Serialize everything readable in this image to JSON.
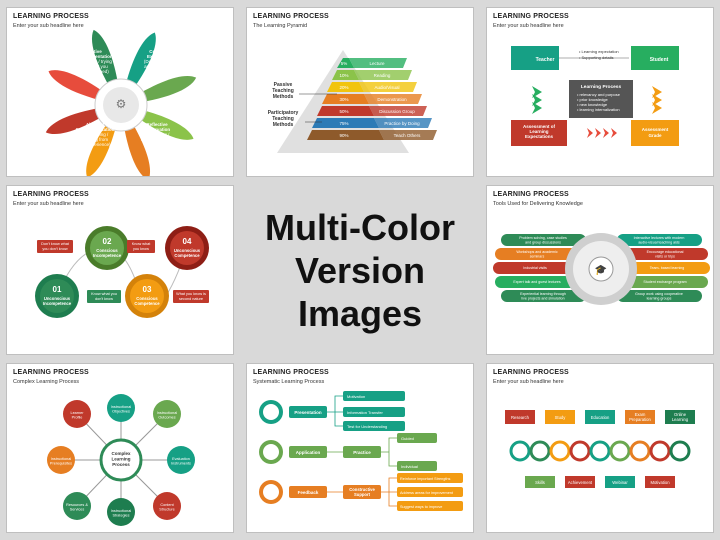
{
  "center": {
    "line1": "Multi-Color",
    "line2": "Version Images"
  },
  "s1": {
    "title": "LEARNING PROCESS",
    "sub": "Enter your sub headline here",
    "active": [
      "Active",
      "Experimentation",
      "(Planning / trying",
      "out what you",
      "have learned)"
    ],
    "concrete": [
      "Concrete",
      "Experience",
      "(Doing / having",
      "an experience)"
    ],
    "abstract": [
      "Abstract",
      "Conceptualization",
      "(Concluding /",
      "learning from",
      "the experience)"
    ],
    "reflective": [
      "Reflective",
      "Observation",
      "(Reviewing /",
      "reflecting on the",
      "experience)"
    ]
  },
  "s2": {
    "title": "LEARNING PROCESS",
    "sub": "The Learning Pyramid",
    "pct": [
      "5%",
      "10%",
      "20%",
      "30%",
      "50%",
      "75%",
      "90%"
    ],
    "labels": [
      "Lecture",
      "Reading",
      "Audio/Visual",
      "Demonstration",
      "Discussion Group",
      "Practice by Doing",
      "Teach Others"
    ],
    "passive": [
      "Passive",
      "Teaching",
      "Methods"
    ],
    "participatory": [
      "Participatory",
      "Teaching",
      "Methods"
    ]
  },
  "s3": {
    "title": "LEARNING PROCESS",
    "sub": "Enter your sub headline here",
    "teacher": "Teacher",
    "student": "Student",
    "bullets": [
      "Learning expectation",
      "Supporting details"
    ],
    "lp_title": "Learning Process",
    "lp_items": [
      "• relevancy and purpose",
      "• prior knowledge",
      "• new knowledge",
      "• learning internalization"
    ],
    "assessment_left": [
      "Assessment of",
      "Learning",
      "Expectations"
    ],
    "assessment_right": [
      "Assessment",
      "Grade"
    ]
  },
  "s4": {
    "title": "LEARNING PROCESS",
    "sub": "Enter your sub headline here",
    "c01": {
      "num": "01",
      "l1": "Unconscious",
      "l2": "Incompetence"
    },
    "c02": {
      "num": "02",
      "l1": "Conscious",
      "l2": "Incompetence"
    },
    "c03": {
      "num": "03",
      "l1": "Conscious",
      "l2": "Competence"
    },
    "c04": {
      "num": "04",
      "l1": "Unconscious",
      "l2": "Competence"
    },
    "n1": [
      "Don't know what",
      "you don't know"
    ],
    "n2": [
      "Know what",
      "you know"
    ],
    "n3": [
      "Know what you",
      "don't know"
    ],
    "n4": [
      "What you know is",
      "second nature"
    ]
  },
  "s5": {
    "title": "LEARNING PROCESS",
    "sub": "Tools Used for Delivering Knowledge",
    "left": [
      [
        "Problem solving, case studies",
        "and group discussions"
      ],
      [
        "Workshops and academic",
        "seminars"
      ],
      [
        "Industrial visits"
      ],
      [
        "Expert talk and guest lectures"
      ],
      [
        "Experiential learning through",
        "live projects and simulation"
      ]
    ],
    "right": [
      [
        "Interactive lectures with modern",
        "audio-visual teaching aids"
      ],
      [
        "Encourage educational",
        "visits or trips"
      ],
      [
        "Team- based learning"
      ],
      [
        "Student exchange program"
      ],
      [
        "Group work using cooperative",
        "learning groups"
      ]
    ]
  },
  "s6": {
    "title": "LEARNING PROCESS",
    "sub": "Complex Learning Process",
    "center": [
      "Complex",
      "Learning",
      "Process"
    ],
    "nodes": [
      [
        "Learner",
        "Profile"
      ],
      [
        "Instructional",
        "Objectives"
      ],
      [
        "Instructional",
        "Outcomes"
      ],
      [
        "Instructional",
        "Prerequisites"
      ],
      [
        "Evaluation",
        "Instruments"
      ],
      [
        "Resources &",
        "Services"
      ],
      [
        "Instructional",
        "Strategies"
      ],
      [
        "Content",
        "Structure"
      ]
    ]
  },
  "s7": {
    "title": "LEARNING PROCESS",
    "sub": "Systematic Learning Process",
    "presentation": "Presentation",
    "application": "Application",
    "feedback": "Feedback",
    "p_items": [
      "Motivation",
      "Information Transfer",
      "Test for Understanding"
    ],
    "practice": "Practice",
    "practice_items": [
      "Guided",
      "Individual"
    ],
    "constructive": [
      "Constructive",
      "Support"
    ],
    "c_items": [
      "Reinforce important Strengths",
      "Address areas for improvement",
      "Suggest ways to improve"
    ]
  },
  "s8": {
    "title": "LEARNING PROCESS",
    "sub": "Enter your sub headline here",
    "top": [
      [
        "Research"
      ],
      [
        "Study"
      ],
      [
        "Education"
      ],
      [
        "Exam",
        "Preparation"
      ],
      [
        "Online",
        "Learning"
      ]
    ],
    "bottom": [
      "Skills",
      "Achievement",
      "Webinar",
      "Motivation"
    ]
  },
  "colors": {
    "red": "#c0392b",
    "green": "#2e8b57",
    "orange": "#f39c12",
    "teal": "#16a085",
    "dark": "#333333"
  }
}
